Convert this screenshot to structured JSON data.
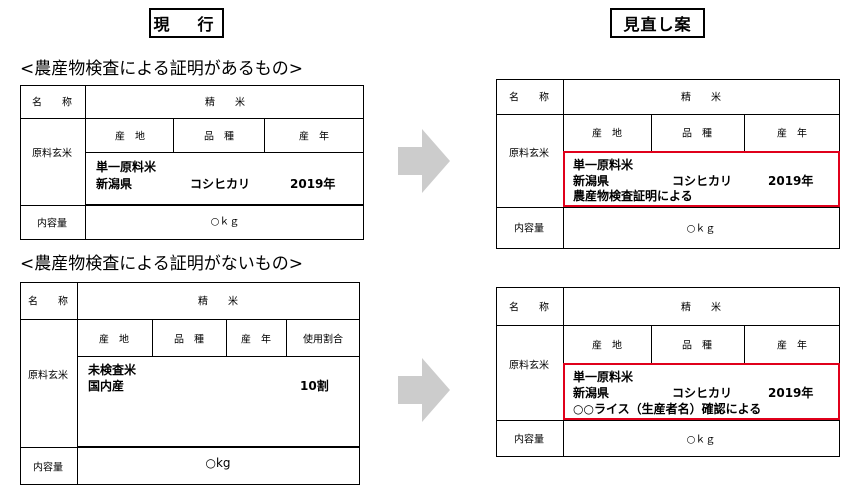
{
  "headers": {
    "current": "現　行",
    "proposed": "見直し案"
  },
  "sections": {
    "with_cert": "<農産物検査による証明があるもの>",
    "without_cert": "<農産物検査による証明がないもの>"
  },
  "labels": {
    "name": "名　　称",
    "name_value": "精　　米",
    "raw_material": "原料玄米",
    "origin": "産　地",
    "variety": "品　種",
    "year": "産　年",
    "usage_ratio": "使用割合",
    "content": "内容量",
    "content_value": "○ｋｇ",
    "content_value_b": "○kg"
  },
  "table_a": {
    "line1": "単一原料米",
    "origin": "新潟県",
    "variety": "コシヒカリ",
    "year": "2019年"
  },
  "table_b": {
    "line1": "単一原料米",
    "origin": "新潟県",
    "variety": "コシヒカリ",
    "year": "2019年",
    "line3": "農産物検査証明による"
  },
  "table_c": {
    "line1": "未検査米",
    "origin": "国内産",
    "ratio": "10割"
  },
  "table_d": {
    "line1": "単一原料米",
    "origin": "新潟県",
    "variety": "コシヒカリ",
    "year": "2019年",
    "line3": "○○ライス（生産者名）確認による"
  },
  "colors": {
    "highlight": "#e0001b",
    "arrow": "#cccccc"
  }
}
